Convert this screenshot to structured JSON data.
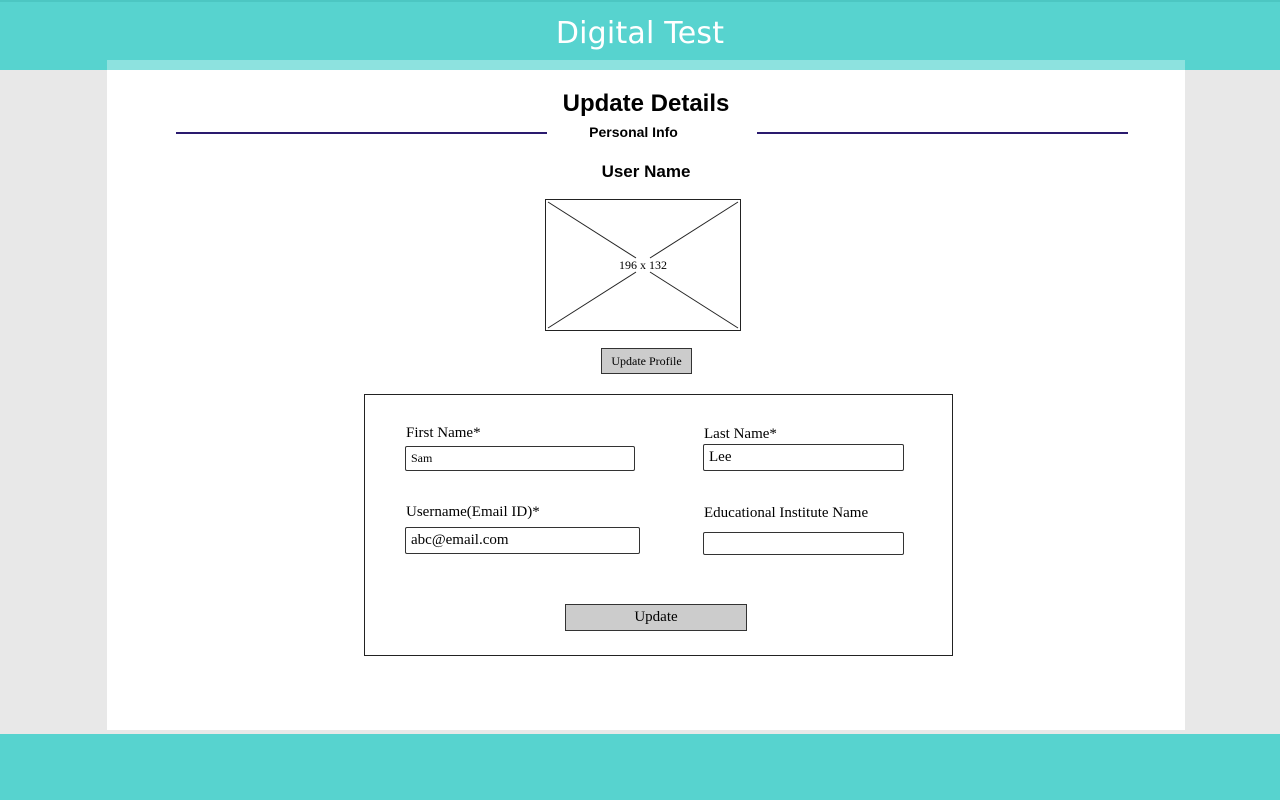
{
  "header": {
    "title": "Digital Test"
  },
  "page": {
    "title": "Update Details",
    "section_label": "Personal Info",
    "user_name": "User Name"
  },
  "profile": {
    "image_placeholder": "196 x 132",
    "update_profile_label": "Update Profile"
  },
  "form": {
    "first_name": {
      "label": "First Name*",
      "value": "Sam"
    },
    "last_name": {
      "label": "Last Name*",
      "value": "Lee"
    },
    "username": {
      "label": "Username(Email ID)*",
      "value": "abc@email.com"
    },
    "institute": {
      "label": "Educational Institute Name",
      "value": ""
    },
    "update_label": "Update"
  },
  "colors": {
    "header": "#57d3cf",
    "footer": "#57d3cf",
    "background": "#e8e8e8",
    "divider": "#2a1a6e",
    "button": "#cccccc"
  }
}
